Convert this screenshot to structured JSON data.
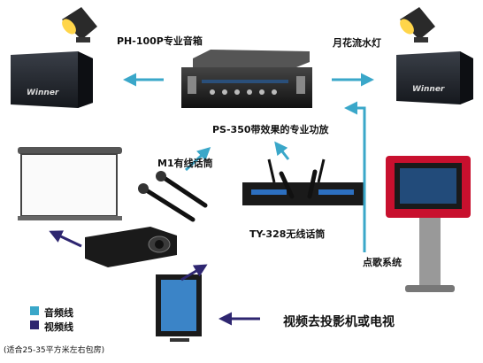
{
  "labels": {
    "speaker": "PH-100P专业音箱",
    "stage_light": "月花流水灯",
    "amplifier": "PS-350带效果的专业功放",
    "wired_mic": "M1有线话筒",
    "wireless_mic": "TY-328无线话筒",
    "jukebox": "点歌系统",
    "video_out": "视频去投影机或电视",
    "room_note": "(适合25-35平方米左右包房)"
  },
  "legend": [
    {
      "label": "音频线",
      "color": "#3aa7c9"
    },
    {
      "label": "视频线",
      "color": "#2e2670"
    }
  ],
  "speaker_brand": "Winner",
  "colors": {
    "audio_line": "#3aa7c9",
    "video_line": "#2e2670",
    "device_black": "#1a1a1a",
    "jukebox_red": "#c8102e"
  }
}
